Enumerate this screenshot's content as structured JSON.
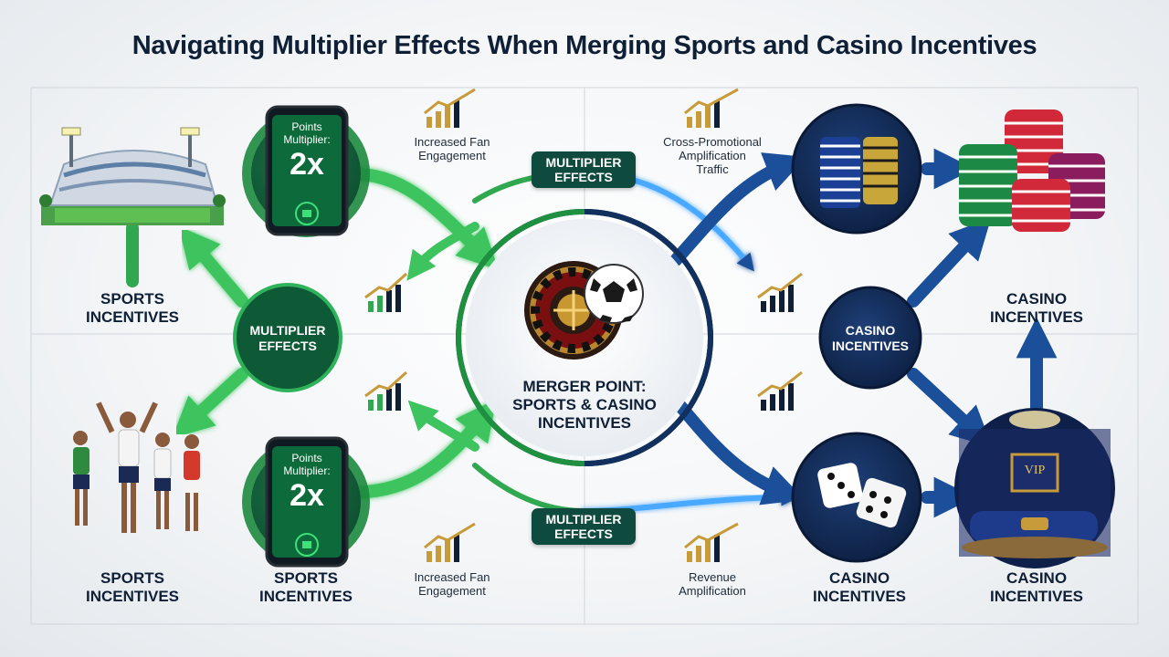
{
  "title": "Navigating Multiplier Effects When Merging Sports and Casino Incentives",
  "center": {
    "line1": "MERGER POINT:",
    "line2": "SPORTS & CASINO",
    "line3": "INCENTIVES"
  },
  "left_labels": {
    "top_left": [
      "SPORTS",
      "INCENTIVES"
    ],
    "bottom_left": [
      "SPORTS",
      "INCENTIVES"
    ],
    "bottom_mid": [
      "SPORTS",
      "INCENTIVES"
    ]
  },
  "right_labels": {
    "top_right": [
      "CASINO",
      "INCENTIVES"
    ],
    "bottom_right": [
      "CASINO",
      "INCENTIVES"
    ],
    "bottom_mid": [
      "CASINO",
      "INCENTIVES"
    ]
  },
  "multiplier_node": [
    "MULTIPLIER",
    "EFFECTS"
  ],
  "casino_node": [
    "CASINO",
    "INCENTIVES"
  ],
  "pill_top": [
    "MULTIPLIER",
    "EFFECTS"
  ],
  "pill_bottom": [
    "MULTIPLIER",
    "EFFECTS"
  ],
  "phone_top": {
    "label_1": "Points",
    "label_2": "Multiplier:",
    "value": "2x"
  },
  "phone_bottom": {
    "label_1": "Points",
    "label_2": "Multiplier:",
    "value": "2x"
  },
  "annotations": {
    "top_left": [
      "Increased Fan",
      "Engagement"
    ],
    "bottom_left": [
      "Increased Fan",
      "Engagement"
    ],
    "top_right": [
      "Cross-Promotional",
      "Amplification",
      "Traffic"
    ],
    "bottom_right": [
      "Revenue",
      "Amplification"
    ]
  },
  "vip_sign": "VIP",
  "colors": {
    "green": "#2fa84f",
    "green_dark": "#12623a",
    "navy": "#12305e",
    "blue_glow": "#4aa8ff",
    "gold": "#c79a3a",
    "title": "#0e1f36"
  }
}
